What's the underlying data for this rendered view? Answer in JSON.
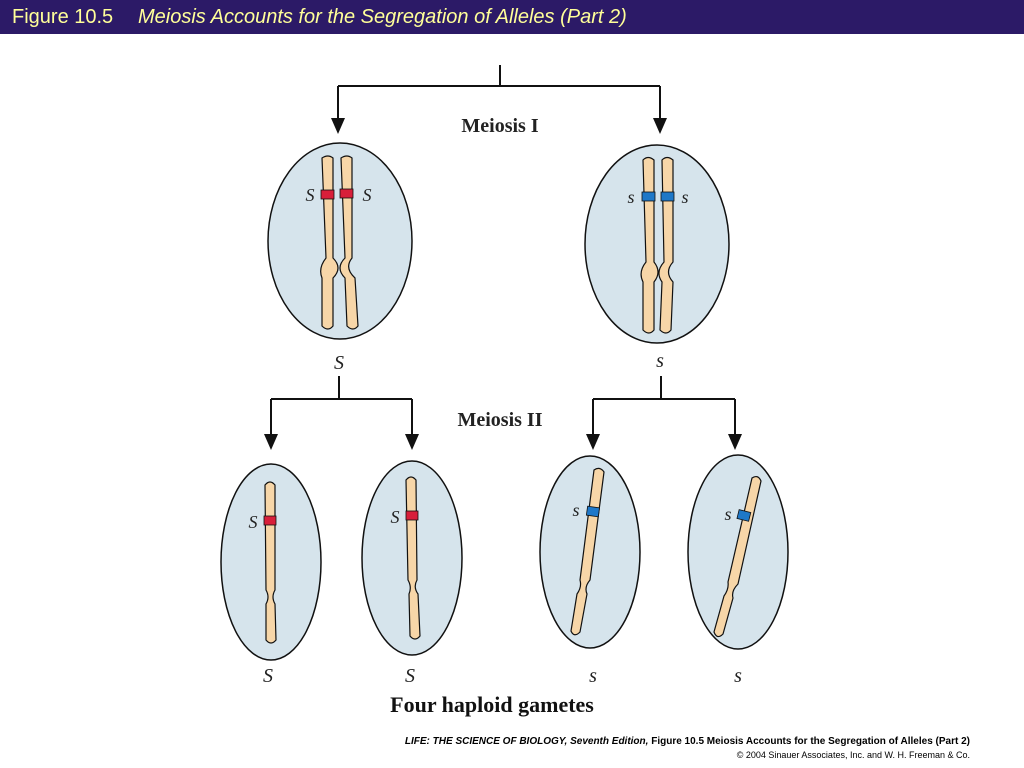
{
  "header": {
    "figure_number": "Figure 10.5",
    "figure_title": "Meiosis Accounts for the Segregation of Alleles (Part 2)"
  },
  "diagram": {
    "stage_labels": {
      "meiosis_1": "Meiosis I",
      "meiosis_2": "Meiosis II"
    },
    "allele_dominant": "S",
    "allele_recessive": "s",
    "caption": "Four haploid gametes",
    "colors": {
      "title_bar": "#2c1a67",
      "title_text": "#ffff99",
      "cell_fill": "#d6e4ec",
      "chromosome": "#f7d6a8",
      "dominant_band": "#d81f3a",
      "recessive_band": "#1f78c8"
    }
  },
  "footer": {
    "book_title": "LIFE: THE SCIENCE OF BIOLOGY, Seventh Edition,",
    "figure_ref": "Figure 10.5 Meiosis Accounts for the Segregation of Alleles (Part 2)",
    "copyright": "© 2004 Sinauer Associates, Inc. and W. H. Freeman & Co."
  }
}
